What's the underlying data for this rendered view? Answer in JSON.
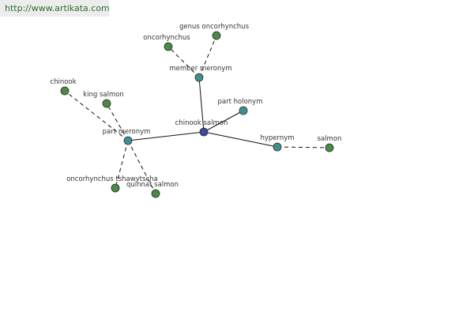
{
  "banner": {
    "url": "http://www.artikata.com"
  },
  "colors": {
    "center": "#3a4a9c",
    "relation": "#3f8f8f",
    "leaf": "#4a8a45",
    "edge": "#111111"
  },
  "graph": {
    "nodes": [
      {
        "id": "chinook_salmon",
        "label": "chinook salmon",
        "kind": "center"
      },
      {
        "id": "member_meronym",
        "label": "member meronym",
        "kind": "relation"
      },
      {
        "id": "part_holonym",
        "label": "part holonym",
        "kind": "relation"
      },
      {
        "id": "hypernym",
        "label": "hypernym",
        "kind": "relation"
      },
      {
        "id": "part_meronym",
        "label": "part meronym",
        "kind": "relation"
      },
      {
        "id": "oncorhynchus",
        "label": "oncorhynchus",
        "kind": "leaf"
      },
      {
        "id": "genus_oncorhynchus",
        "label": "genus oncorhynchus",
        "kind": "leaf"
      },
      {
        "id": "salmon",
        "label": "salmon",
        "kind": "leaf"
      },
      {
        "id": "chinook",
        "label": "chinook",
        "kind": "leaf"
      },
      {
        "id": "king_salmon",
        "label": "king salmon",
        "kind": "leaf"
      },
      {
        "id": "oncorhynchus_tshawytscha",
        "label": "oncorhynchus tshawytscha",
        "kind": "leaf"
      },
      {
        "id": "quinnat_salmon",
        "label": "quinnat salmon",
        "kind": "leaf"
      }
    ],
    "edges": [
      {
        "from": "chinook_salmon",
        "to": "member_meronym",
        "style": "solid"
      },
      {
        "from": "chinook_salmon",
        "to": "part_holonym",
        "style": "solid"
      },
      {
        "from": "chinook_salmon",
        "to": "hypernym",
        "style": "solid"
      },
      {
        "from": "chinook_salmon",
        "to": "part_meronym",
        "style": "solid"
      },
      {
        "from": "member_meronym",
        "to": "oncorhynchus",
        "style": "dashed"
      },
      {
        "from": "member_meronym",
        "to": "genus_oncorhynchus",
        "style": "dashed"
      },
      {
        "from": "hypernym",
        "to": "salmon",
        "style": "dashed"
      },
      {
        "from": "part_meronym",
        "to": "chinook",
        "style": "dashed"
      },
      {
        "from": "part_meronym",
        "to": "king_salmon",
        "style": "dashed"
      },
      {
        "from": "part_meronym",
        "to": "oncorhynchus_tshawytscha",
        "style": "dashed"
      },
      {
        "from": "part_meronym",
        "to": "quinnat_salmon",
        "style": "dashed"
      }
    ]
  }
}
